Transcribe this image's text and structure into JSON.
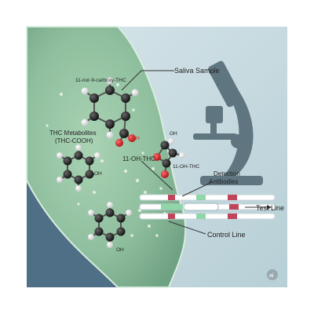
{
  "labels": {
    "saliva_sample": "Saliva Sample",
    "carboxy_thc": "11-nor-9-carboxy-THC",
    "thc_metabolites_line1": "THC Metabolites",
    "thc_metabolites_line2": "(THC-COOH)",
    "oh_thc_left": "11-OH-THC",
    "oh_thc_right": "11-OH-THC",
    "detection_line1": "Detection",
    "detection_line2": "Antibodies",
    "test_line": "Test Line",
    "control_line": "Control Line",
    "oh_red": "OH",
    "oh_top": "OH",
    "oh_benzene_1": "OH",
    "oh_benzene_2": "OH",
    "watermark": "ai"
  },
  "colors": {
    "background_blue": "#c9dce2",
    "saliva_green": "#8fbf9e",
    "dark_water": "#4e6f86",
    "strip_green": "#8fd6a8",
    "strip_red": "#c0455a",
    "atom_red": "#d42a2a",
    "atom_black": "#2a2a2a"
  }
}
